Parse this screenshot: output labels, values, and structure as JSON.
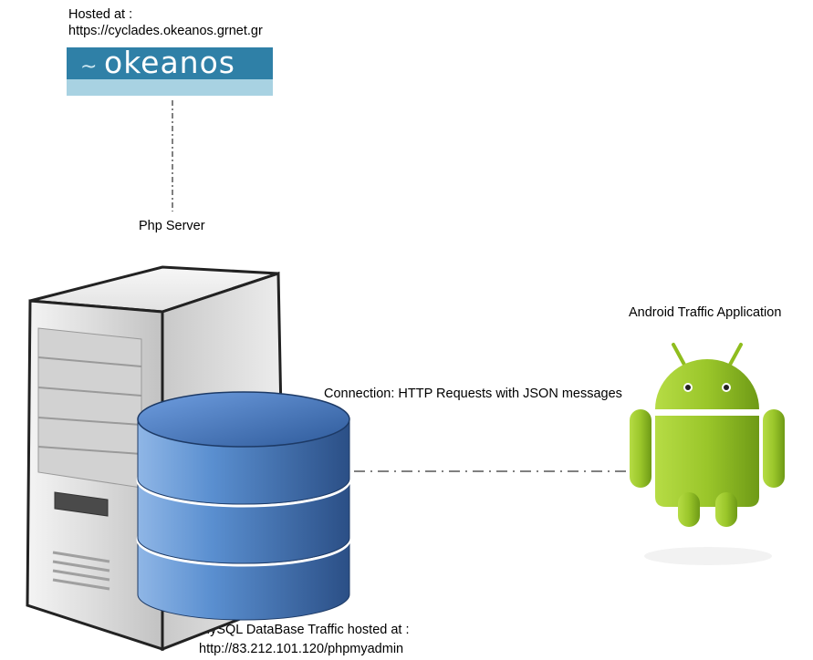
{
  "hosting": {
    "label": "Hosted at :",
    "url": "https://cyclades.okeanos.grnet.gr",
    "logo_text": "okeanos"
  },
  "server": {
    "label": "Php Server"
  },
  "database": {
    "label_line1": "MySQL DataBase Traffic hosted at :",
    "label_line2": "http://83.212.101.120/phpmyadmin"
  },
  "connection": {
    "label": "Connection: HTTP Requests with JSON messages"
  },
  "android": {
    "label": "Android Traffic Application"
  },
  "colors": {
    "logo_dark": "#2f80a7",
    "logo_light": "#a8d2e2",
    "db_blue": "#3a6db0",
    "android_green": "#97c024"
  }
}
